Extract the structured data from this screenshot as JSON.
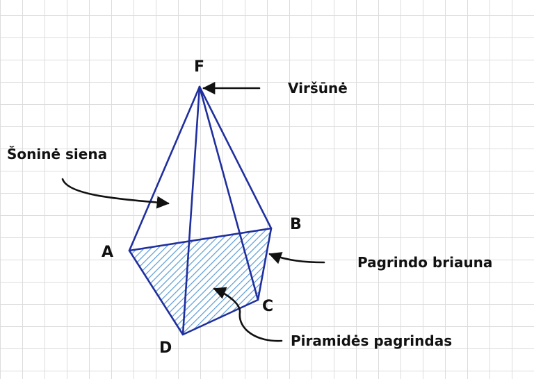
{
  "vertices": {
    "F": "F",
    "A": "A",
    "B": "B",
    "C": "C",
    "D": "D"
  },
  "labels": {
    "apex": "Viršūnė",
    "lateral_face": "Šoninė siena",
    "base_edge": "Pagrindo briauna",
    "base": "Piramidės pagrindas"
  },
  "colors": {
    "edges": "#1f2f9e",
    "hatch": "#5b9bd5",
    "arrows": "#111111",
    "grid": "#dcdcdc"
  }
}
